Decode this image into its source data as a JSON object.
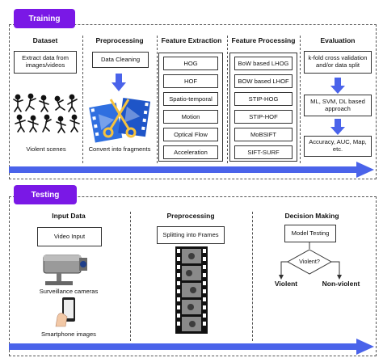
{
  "training": {
    "tag": "Training",
    "columns": {
      "dataset": {
        "heading": "Dataset",
        "box": "Extract data from images/videos",
        "caption": "Violent scenes"
      },
      "preprocessing": {
        "heading": "Preprocessing",
        "box": "Data Cleaning",
        "caption": "Convert into fragments"
      },
      "feature_extraction": {
        "heading": "Feature Extraction",
        "items": [
          "HOG",
          "HOF",
          "Spatio-temporal",
          "Motion",
          "Optical Flow",
          "Acceleration"
        ]
      },
      "feature_processing": {
        "heading": "Feature Processing",
        "items": [
          "BoW based LHOG",
          "BOW based LHOF",
          "STIP-HOG",
          "STIP-HOF",
          "MoBSIFT",
          "SIFT-SURF"
        ]
      },
      "evaluation": {
        "heading": "Evaluation",
        "box1": "k-fold cross validation and/or data split",
        "box2": "ML, SVM, DL based approach",
        "box3": "Accuracy, AUC, Map, etc."
      }
    }
  },
  "testing": {
    "tag": "Testing",
    "columns": {
      "input": {
        "heading": "Input Data",
        "box": "Video Input",
        "caption1": "Surveillance cameras",
        "caption2": "Smartphone images"
      },
      "preprocessing": {
        "heading": "Preprocessing",
        "box": "Splitting into Frames"
      },
      "decision": {
        "heading": "Decision Making",
        "box": "Model Testing",
        "diamond": "Violent?",
        "out_left": "Violent",
        "out_right": "Non-violent"
      }
    }
  },
  "colors": {
    "accent": "#7a18e6",
    "arrow": "#4a63ea",
    "film_blue": "#2f6fe0"
  }
}
